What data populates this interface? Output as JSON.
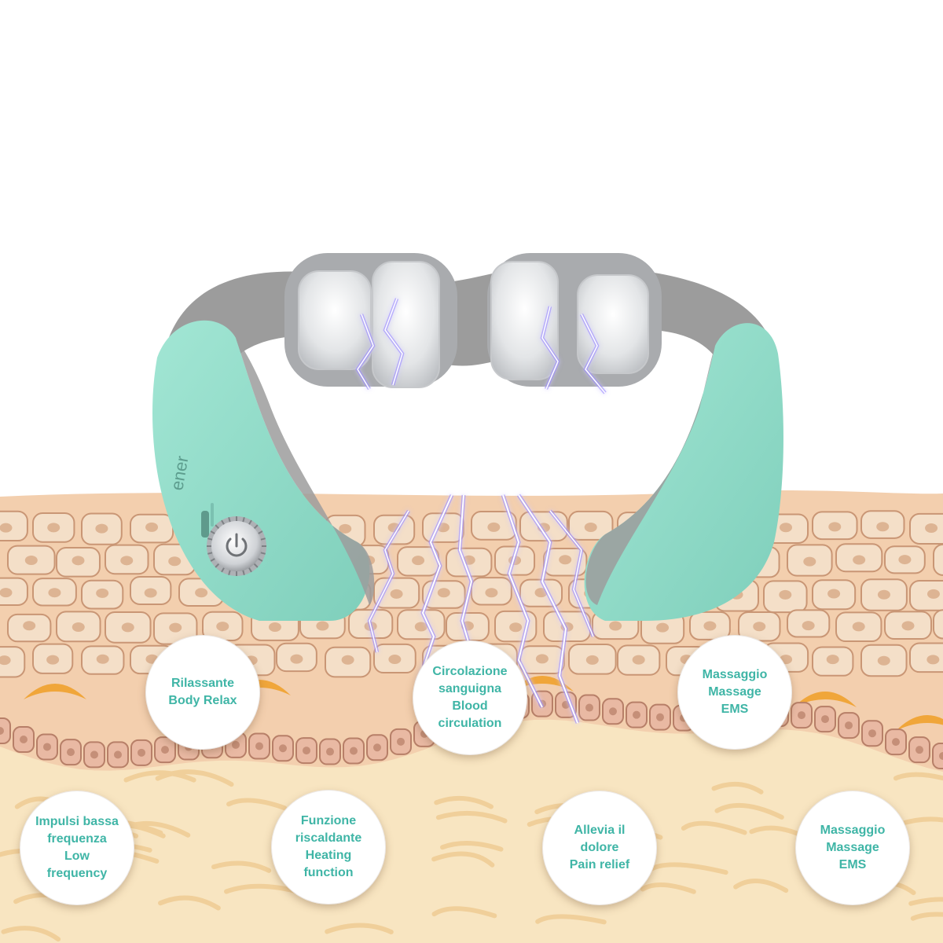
{
  "device": {
    "body_color": "#8fdcc8",
    "band_color": "#9c9c9c",
    "pad_color": "#e4e6e8",
    "spark_color": "#8f7cff",
    "logo_text": "ener",
    "power_icon": "power-icon"
  },
  "skin": {
    "surface_color": "#f3cfae",
    "cell_color": "#f4dfc8",
    "cell_border": "#c99675",
    "nucleus_color": "#ddb493",
    "junction_color": "#efa12e",
    "dermis_color": "#f8e5c1"
  },
  "badges": [
    {
      "lines": [
        "Rilassante",
        "Body Relax"
      ]
    },
    {
      "lines": [
        "Circolazione",
        "sanguigna",
        "Blood",
        "circulation"
      ]
    },
    {
      "lines": [
        "Massaggio",
        "Massage",
        "EMS"
      ]
    },
    {
      "lines": [
        "Impulsi bassa",
        "frequenza",
        "Low",
        "frequency"
      ]
    },
    {
      "lines": [
        "Funzione",
        "riscaldante",
        "Heating",
        "function"
      ]
    },
    {
      "lines": [
        "Allevia il",
        "dolore",
        "Pain relief"
      ]
    },
    {
      "lines": [
        "Massaggio",
        "Massage",
        "EMS"
      ]
    }
  ]
}
